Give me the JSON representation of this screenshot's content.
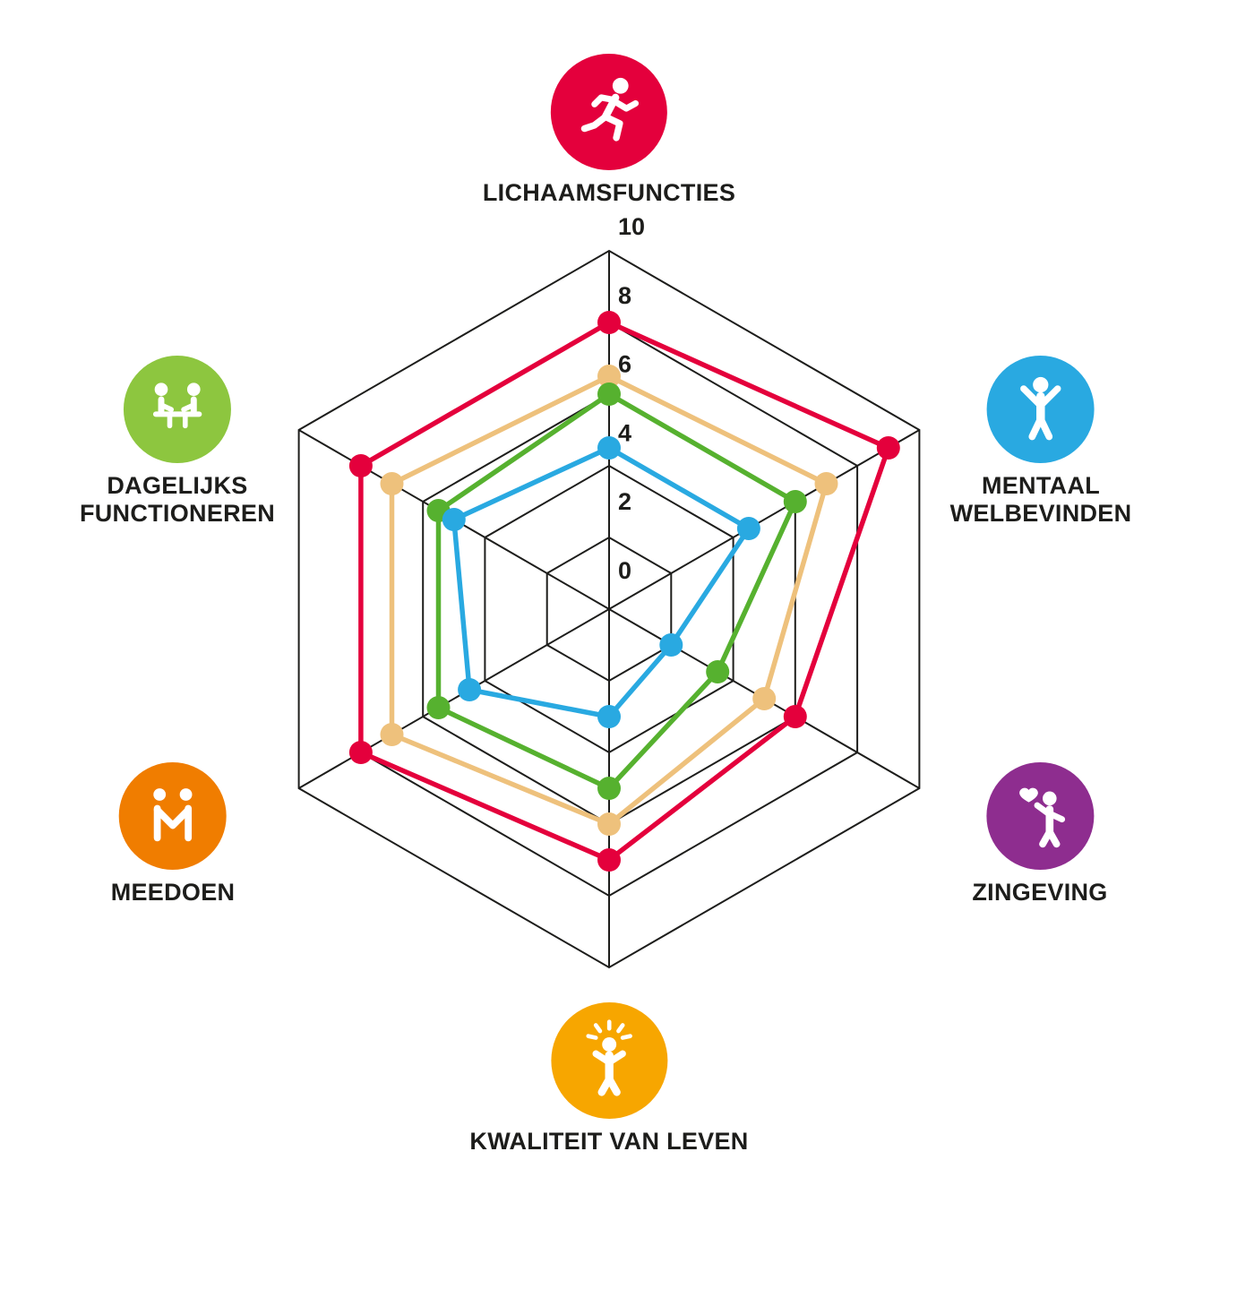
{
  "background": "#ffffff",
  "chart_data": {
    "type": "radar",
    "title": "",
    "legend": "none",
    "scale": {
      "min": 0,
      "max": 10,
      "ticks": [
        0,
        2,
        4,
        6,
        8,
        10
      ]
    },
    "grid": {
      "rings": [
        2,
        4,
        6,
        8,
        10
      ],
      "color": "#1d1d1b"
    },
    "axes": [
      {
        "id": "lichaamsfuncties",
        "label": "LICHAAMSFUNCTIES",
        "icon": "running-person-icon",
        "color": "#e4003c"
      },
      {
        "id": "mentaal-welbevinden",
        "label": "MENTAAL\nWELBEVINDEN",
        "icon": "arms-raised-person-icon",
        "color": "#29a9e1"
      },
      {
        "id": "zingeving",
        "label": "ZINGEVING",
        "icon": "person-with-heart-icon",
        "color": "#8e2d8f"
      },
      {
        "id": "kwaliteit-van-leven",
        "label": "KWALITEIT VAN LEVEN",
        "icon": "radiant-person-icon",
        "color": "#f7a600"
      },
      {
        "id": "meedoen",
        "label": "MEEDOEN",
        "icon": "two-people-m-icon",
        "color": "#f07d00"
      },
      {
        "id": "dagelijks-functioneren",
        "label": "DAGELIJKS\nFUNCTIONEREN",
        "icon": "people-at-table-icon",
        "color": "#8dc63f"
      }
    ],
    "series": [
      {
        "name": "rood",
        "color": "#e4003c",
        "values": [
          8,
          9,
          6,
          7,
          8,
          8
        ]
      },
      {
        "name": "geel",
        "color": "#eec17c",
        "values": [
          6.5,
          7,
          5,
          6,
          7,
          7
        ]
      },
      {
        "name": "groen",
        "color": "#56b12f",
        "values": [
          6,
          6,
          3.5,
          5,
          5.5,
          5.5
        ]
      },
      {
        "name": "blauw",
        "color": "#29a9e1",
        "values": [
          4.5,
          4.5,
          2,
          3,
          4.5,
          5
        ]
      }
    ]
  }
}
